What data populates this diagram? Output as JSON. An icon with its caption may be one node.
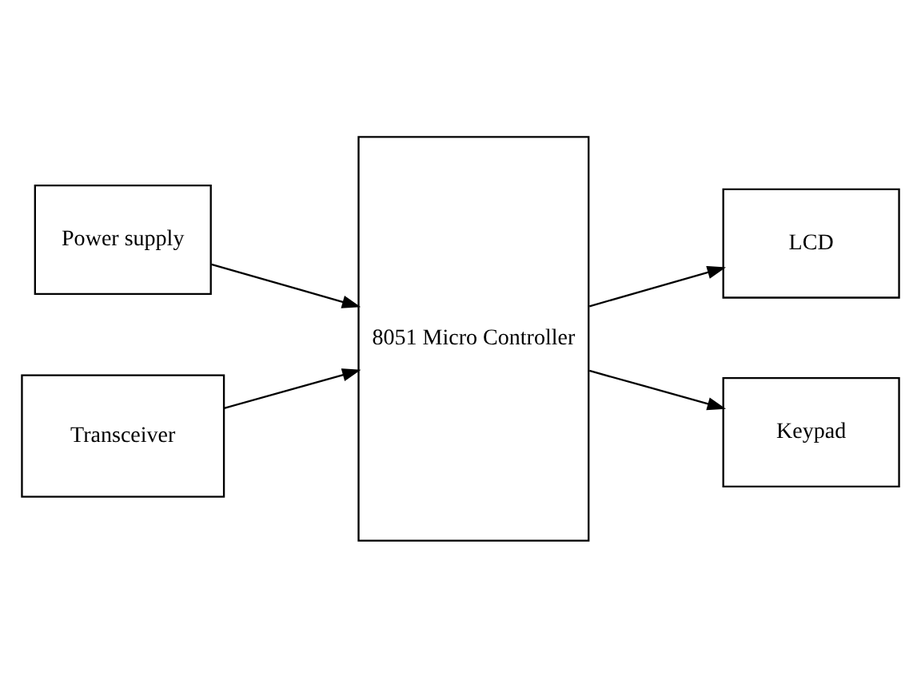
{
  "diagram": {
    "nodes": [
      {
        "text": [
          "Power supply"
        ]
      },
      {
        "text": [
          "Transceiver"
        ]
      },
      {
        "text": [
          "8051 Micro Controller"
        ]
      },
      {
        "text": [
          "LCD"
        ]
      },
      {
        "text": [
          "Keypad"
        ]
      }
    ],
    "edges": [
      {
        "from": 0,
        "to": 2,
        "arrow": "to"
      },
      {
        "from": 1,
        "to": 2,
        "arrow": "to"
      },
      {
        "from": 2,
        "to": 3,
        "arrow": "to"
      },
      {
        "from": 2,
        "to": 4,
        "arrow": "to"
      }
    ]
  }
}
